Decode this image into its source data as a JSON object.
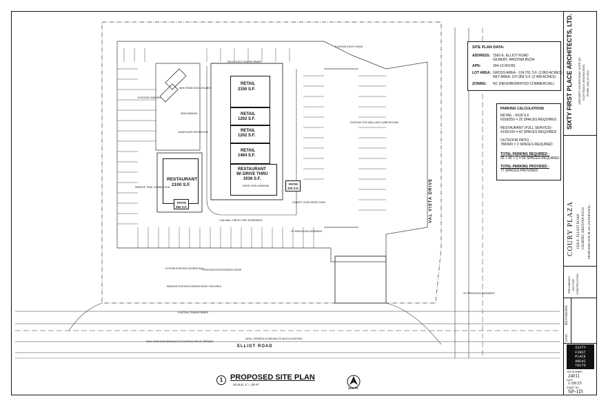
{
  "site_data": {
    "heading": "SITE PLAN DATA:",
    "address_label": "ADDRESS:",
    "address_line1": "1560 E. ELLIOT ROAD",
    "address_line2": "GILBERT, ARIZONA 85234",
    "apn_label": "APN:",
    "apn": "304-13-001HS",
    "lot_label": "LOT AREA:",
    "lot_gross": "GROSS AREA - 124,701 S.F. (2.863 ACRES)",
    "lot_net": "NET AREA: 107,089 S.F. (2.458 ACRES)",
    "zoning_label": "ZONING:",
    "zoning": "NC (NEIGHBORHOOD COMMERCIAL)"
  },
  "parking": {
    "heading": "PARKING CALCULATIONS",
    "retail_line1": "RETAIL  -  6018 S.F.",
    "retail_line2": "6018/250 = 25 SPACES REQUIRED",
    "rest_line1": "RESTAURANT (FULL SERVICE)-",
    "rest_line2": "4136/100 = 42 SPACES REQUIRED",
    "patio_line1": "OUTDOOR PATIO -",
    "patio_line2": "758/400 = 2 SPACES REQUIRED",
    "total_req_line1": "TOTAL PARKING REQUIRED -",
    "total_req_line2": "25 + 42 + 2 = 69 SPACES REQUIRED",
    "total_prov_line1": "TOTAL PARKING PROVIDED -",
    "total_prov_line2": "77 SPACES PROVIDED"
  },
  "buildings": {
    "retail1_name": "RETAIL",
    "retail1_area": "2150 S.F.",
    "retail2_name": "RETAIL",
    "retail2_area": "1202 S.F.",
    "retail3_name": "RETAIL",
    "retail3_area": "1202 S.F.",
    "retail4_name": "RETAIL",
    "retail4_area": "1464 S.F.",
    "rest_dt_line1": "RESTAURANT",
    "rest_dt_line2": "W/ DRIVE THRU",
    "rest_dt_area": "2036 S.F.",
    "rest_name": "RESTAURANT",
    "rest_area": "2100 S.F.",
    "patio1_name": "PATIO",
    "patio1_area": "364 S.F.",
    "patio2_name": "PATIO",
    "patio2_area": "375 S.F."
  },
  "streets": {
    "elliot": "ELLIOT ROAD",
    "val_vista": "VAL VISTA DRIVE"
  },
  "notes": {
    "relocated_transformer": "RELOCATED TRANSFORMER",
    "existing_entry_drive": "EXISTING ENTRY DRIVE",
    "new_trash": "NEW TRASH ENCLOSURES",
    "new_parking": "NEW PARKING",
    "landscape": "LANDSCAPE/ RETENTION",
    "existing_parking": "EXISTING PARKING",
    "remove_trail": "REMOVE TRAIL CONNECTION",
    "low_wall": "LOW WALL DRIVE-THRU SCREENING",
    "canopy": "CANOPY OVER DRIVE-THRU",
    "drive_thru_window": "DRIVE-THRU WINDOW",
    "existing_site_wall": "EXISTING SITE WALL AND CURB BEYOND",
    "irrigation_easement": "10' IRRIGATION EASEMENT",
    "screen_wall": "EXTEND EXISTING SCREEN WALL",
    "existing_entry_drive2": "EXISTING ENTRY/EGRESS DRIVE",
    "remove_egress": "REMOVE EXISTING EGRESS DRIVE THIS AREA",
    "existing_transformer": "EXISTING TRANSFORMER",
    "new_curb": "NEW CURB AND SIDEWALK AT EXISTING DRIVE OPENING",
    "infill": "INFILL OPENING IN MEDIAN TO MATCH EXISTING",
    "irrigation_easement2": "20' IRRIGATION EASEMENT"
  },
  "drawing": {
    "number": "1",
    "title": "PROPOSED SITE PLAN",
    "scale": "SCALE: 1\" = 20'-0\"",
    "north": "NORTH"
  },
  "title_block": {
    "firm": "SIXTY FIRST PLACE ARCHITECTS, LTD.",
    "firm_addr1": "3288 NORTH HAYDEN ROAD, SUITE 200",
    "firm_addr2": "SCOTTSDALE, ARIZONA 85251",
    "firm_phone": "PHONE (480) 947-6644",
    "project": "COURY PLAZA",
    "project_addr1": "1560 E. ELLIOT ROAD",
    "project_addr2": "GILBERT, ARIZONA 85234",
    "sheet_desc": "PROPOSED SITE PLAN (ALTERNATE)",
    "stamp1": "PRELIMINARY",
    "stamp2": "NOT FOR",
    "stamp3": "CONSTRUCTION",
    "revisions": "REVISIONS",
    "date_label": "DATE",
    "logo_text": [
      "SIXTY",
      "FIRST",
      "PLACE",
      "ARCHI",
      "TECTS"
    ],
    "job_label": "JOB NUMBER",
    "job_number": "24011",
    "date_label2": "DATE",
    "date": "1/28/25",
    "sheet_label": "SHEET NO.",
    "sheet_no": "SP-1D"
  }
}
